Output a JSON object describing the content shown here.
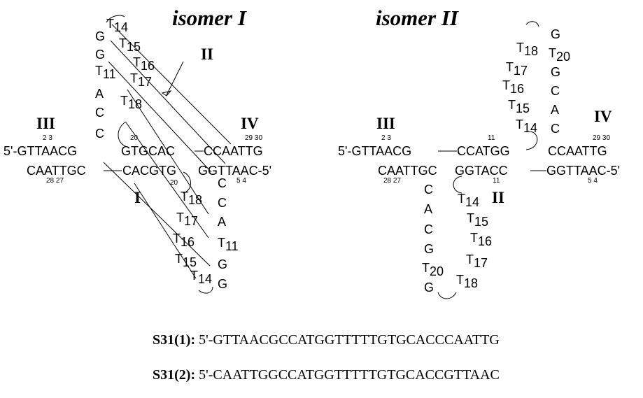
{
  "titles": {
    "isomer1": "isomer I",
    "isomer2": "isomer II"
  },
  "isomer1": {
    "roman": {
      "I": "I",
      "II": "II",
      "III": "III",
      "IV": "IV"
    },
    "nums": {
      "n23": "2 3",
      "n2930": "29 30",
      "n2827": "28 27",
      "n54": "5 4",
      "n20a": "20",
      "n20b": "20"
    },
    "strands": {
      "row1_left": "5'-GTTAACG",
      "row1_mid": "GTGCAC",
      "row1_right": "CCAATTG",
      "row2_left": "CAATTGC",
      "row2_mid": "CACGTG",
      "row2_right": "GGTTAAC-5'"
    },
    "upper_left_col": [
      "G",
      "G",
      "T11",
      "A",
      "C",
      "C"
    ],
    "upper_right_col": [
      "T14",
      "T15",
      "T16",
      "T17",
      "T18"
    ],
    "lower_left_col": [
      "T18",
      "T17",
      "T16",
      "T15",
      "T14"
    ],
    "lower_right_col": [
      "C",
      "C",
      "A",
      "T11",
      "G",
      "G"
    ]
  },
  "isomer2": {
    "roman": {
      "II": "II",
      "III": "III",
      "IV": "IV"
    },
    "nums": {
      "n23": "2 3",
      "n2930": "29 30",
      "n2827": "28 27",
      "n54": "5 4",
      "n11a": "11",
      "n11b": "11"
    },
    "strands": {
      "row1_left": "5'-GTTAACG",
      "row1_mid": "CCATGG",
      "row1_right": "CCAATTG",
      "row2_left": "CAATTGC",
      "row2_mid": "GGTACC",
      "row2_right": "GGTTAAC-5'"
    },
    "upper_loop_left": [
      "T18",
      "T17",
      "T16",
      "T15",
      "T14"
    ],
    "upper_loop_right": [
      "G",
      "T20",
      "G",
      "C",
      "A",
      "C"
    ],
    "lower_loop_left": [
      "C",
      "A",
      "C",
      "G",
      "T20",
      "G"
    ],
    "lower_loop_right": [
      "T14",
      "T15",
      "T16",
      "T17",
      "T18"
    ]
  },
  "sequences": [
    {
      "label": "S31(1):",
      "seq": "5'-GTTAACGCCATGGTTTTTGTGCACCCAATTG"
    },
    {
      "label": "S31(2):",
      "seq": "5'-CAATTGGCCATGGTTTTTGTGCACCGTTAAC"
    }
  ]
}
